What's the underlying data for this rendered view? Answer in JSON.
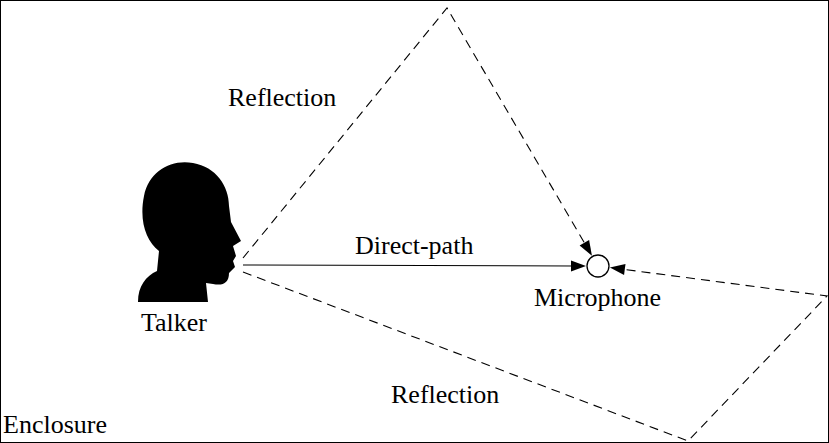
{
  "diagram": {
    "nodes": [
      {
        "text": [
          "Enclosure"
        ]
      },
      {
        "text": [
          "Talker"
        ],
        "in": 0
      },
      {
        "text": [
          "Microphone"
        ],
        "in": 0
      }
    ],
    "edges": [
      {
        "from": 1,
        "to": 2,
        "arrow": "to",
        "label": "Direct-path"
      },
      {
        "from": 1,
        "to": 2,
        "arrow": "to",
        "label": "Reflection"
      },
      {
        "from": 1,
        "to": 2,
        "arrow": "to",
        "label": "Reflection"
      }
    ]
  }
}
